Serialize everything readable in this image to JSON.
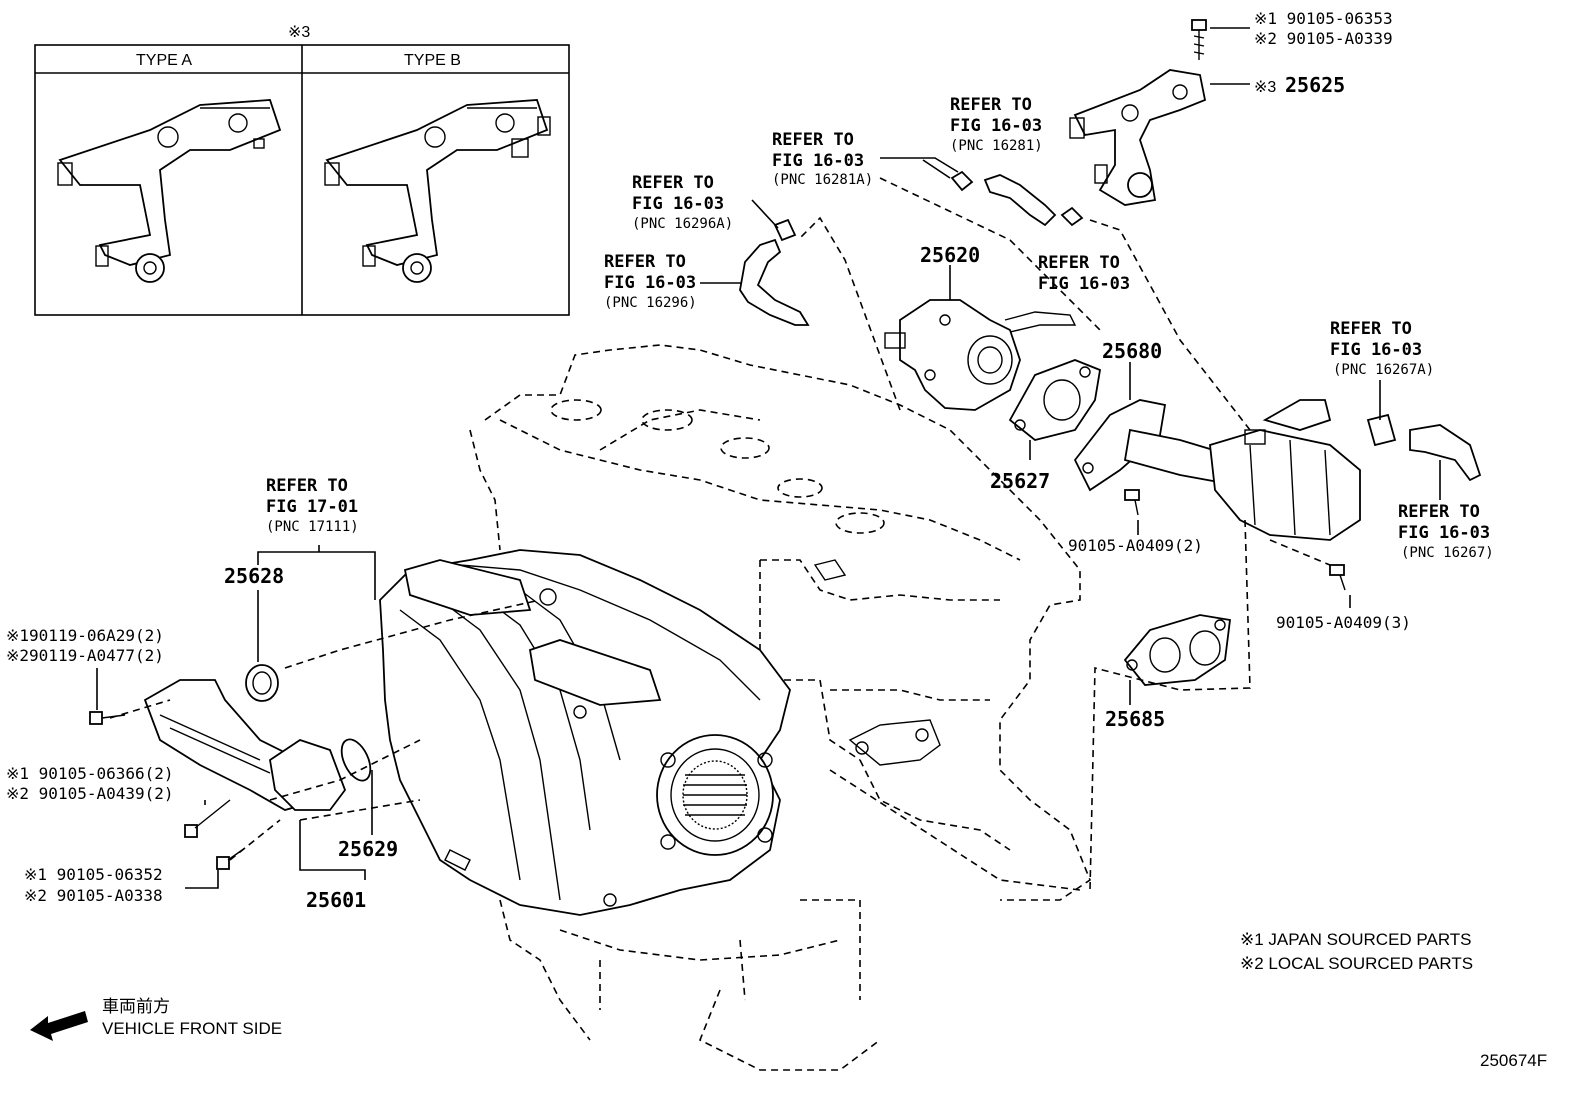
{
  "inset": {
    "header_mark": "※3",
    "type_a": "TYPE A",
    "type_b": "TYPE B"
  },
  "refs": [
    {
      "l1": "REFER TO",
      "l2": "FIG 16-03",
      "l3": "(PNC 16281)"
    },
    {
      "l1": "REFER TO",
      "l2": "FIG 16-03",
      "l3": "(PNC 16281A)"
    },
    {
      "l1": "REFER TO",
      "l2": "FIG 16-03",
      "l3": "(PNC 16296A)"
    },
    {
      "l1": "REFER TO",
      "l2": "FIG 16-03",
      "l3": "(PNC 16296)"
    },
    {
      "l1": "REFER TO",
      "l2": "FIG 16-03",
      "l3": ""
    },
    {
      "l1": "REFER TO",
      "l2": "FIG 16-03",
      "l3": "(PNC 16267A)"
    },
    {
      "l1": "REFER TO",
      "l2": "FIG 16-03",
      "l3": "(PNC 16267)"
    },
    {
      "l1": "REFER TO",
      "l2": "FIG 17-01",
      "l3": "(PNC 17111)"
    }
  ],
  "parts": {
    "p25625": "25625",
    "p25625_mark": "※3",
    "p25620": "25620",
    "p25680": "25680",
    "p25627": "25627",
    "p25685": "25685",
    "p25628": "25628",
    "p25629": "25629",
    "p25601": "25601"
  },
  "bolts": {
    "top_1": "※1 90105-06353",
    "top_2": "※2 90105-A0339",
    "egr_2": "90105-A0409(2)",
    "egr_3": "90105-A0409(3)",
    "left_a1": "※190119-06A29(2)",
    "left_a2": "※290119-A0477(2)",
    "left_b1": "※1 90105-06366(2)",
    "left_b2": "※2 90105-A0439(2)",
    "left_c1": "※1 90105-06352",
    "left_c2": "※2 90105-A0338"
  },
  "legend": {
    "note1": "※1 JAPAN SOURCED PARTS",
    "note2": "※2 LOCAL SOURCED PARTS"
  },
  "front": {
    "jp": "車両前方",
    "en": "VEHICLE FRONT SIDE"
  },
  "figure_id": "250674F"
}
